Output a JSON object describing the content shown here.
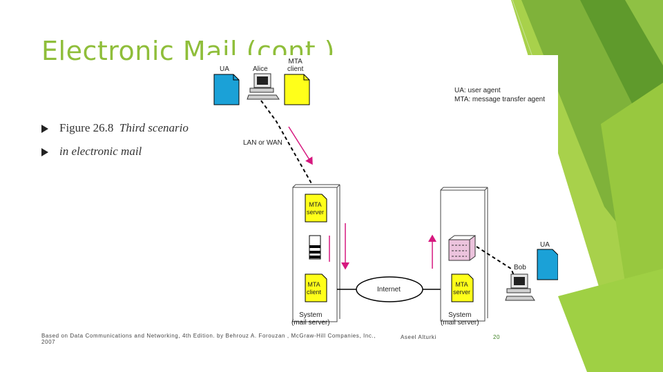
{
  "slide": {
    "title": "Electronic Mail (cont.)",
    "bullets": [
      {
        "prefix": "Figure 26.8",
        "text": "Third scenario"
      },
      {
        "prefix": "",
        "text": "in electronic mail"
      }
    ],
    "footer": {
      "source_line1": "Based on Data Communications and Networking, 4th Edition. by Behrouz A. Forouzan , McGraw-Hill Companies, Inc.,",
      "source_line2": "2007",
      "author": "Aseel Alturki",
      "page_number": "20"
    }
  },
  "figure": {
    "ua_top": "UA",
    "alice": "Alice",
    "mta_client_top": "MTA\nclient",
    "legend_ua": "UA: user agent",
    "legend_mta": "MTA: message transfer agent",
    "lan_wan": "LAN or WAN",
    "mta_server_left": "MTA\nserver",
    "mta_client_left": "MTA\nclient",
    "internet": "Internet",
    "mta_server_right": "MTA\nserver",
    "ua_right": "UA",
    "bob": "Bob",
    "system_left": "System\n(mail server)",
    "system_right": "System\n(mail server)"
  },
  "colors": {
    "accent_green": "#8fbe3a",
    "ua_blue": "#1ba1d7",
    "mta_yellow": "#ffff1a",
    "arrow_magenta": "#d6187f",
    "mailbox_pink": "#ecc3dd"
  }
}
